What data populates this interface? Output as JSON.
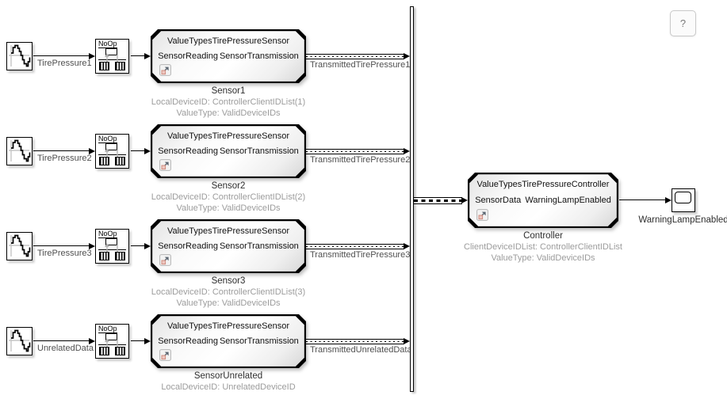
{
  "help_button": {
    "label": "?"
  },
  "icons": {
    "source": "waveform-icon",
    "badge": "model-reference-badge-icon",
    "scope": "scope-screen-icon",
    "noop_up": "up-arrow-icon",
    "noop_down": "down-arrow-icon"
  },
  "colors": {
    "block_border": "#000000",
    "annotation_text": "#9c9c9c",
    "label_text": "#2e2e2e",
    "wire_label_text": "#4f4f4f",
    "badge_pink": "#eec7c0"
  },
  "sensor_rows": [
    {
      "source_label": "TirePressure1",
      "noop_label": "NoOp",
      "block_title": "ValueTypesTirePressureSensor",
      "port_in": "SensorReading",
      "port_out": "SensorTransmission",
      "block_name": "Sensor1",
      "annotation1": "LocalDeviceID: ControllerClientIDList(1)",
      "annotation2": "ValueType: ValidDeviceIDs",
      "signal_label": "TransmittedTirePressure1"
    },
    {
      "source_label": "TirePressure2",
      "noop_label": "NoOp",
      "block_title": "ValueTypesTirePressureSensor",
      "port_in": "SensorReading",
      "port_out": "SensorTransmission",
      "block_name": "Sensor2",
      "annotation1": "LocalDeviceID: ControllerClientIDList(2)",
      "annotation2": "ValueType: ValidDeviceIDs",
      "signal_label": "TransmittedTirePressure2"
    },
    {
      "source_label": "TirePressure3",
      "noop_label": "NoOp",
      "block_title": "ValueTypesTirePressureSensor",
      "port_in": "SensorReading",
      "port_out": "SensorTransmission",
      "block_name": "Sensor3",
      "annotation1": "LocalDeviceID: ControllerClientIDList(3)",
      "annotation2": "ValueType: ValidDeviceIDs",
      "signal_label": "TransmittedTirePressure3"
    },
    {
      "source_label": "UnrelatedData",
      "noop_label": "NoOp",
      "block_title": "ValueTypesTirePressureSensor",
      "port_in": "SensorReading",
      "port_out": "SensorTransmission",
      "block_name": "SensorUnrelated",
      "annotation1": "LocalDeviceID: UnrelatedDeviceID",
      "annotation2": "",
      "signal_label": "TransmittedUnrelatedData"
    }
  ],
  "controller": {
    "block_title": "ValueTypesTirePressureController",
    "port_in": "SensorData",
    "port_out": "WarningLampEnabled",
    "block_name": "Controller",
    "annotation1": "ClientDeviceIDList: ControllerClientIDList",
    "annotation2": "ValueType: ValidDeviceIDs"
  },
  "scope": {
    "label": "WarningLampEnabled"
  }
}
